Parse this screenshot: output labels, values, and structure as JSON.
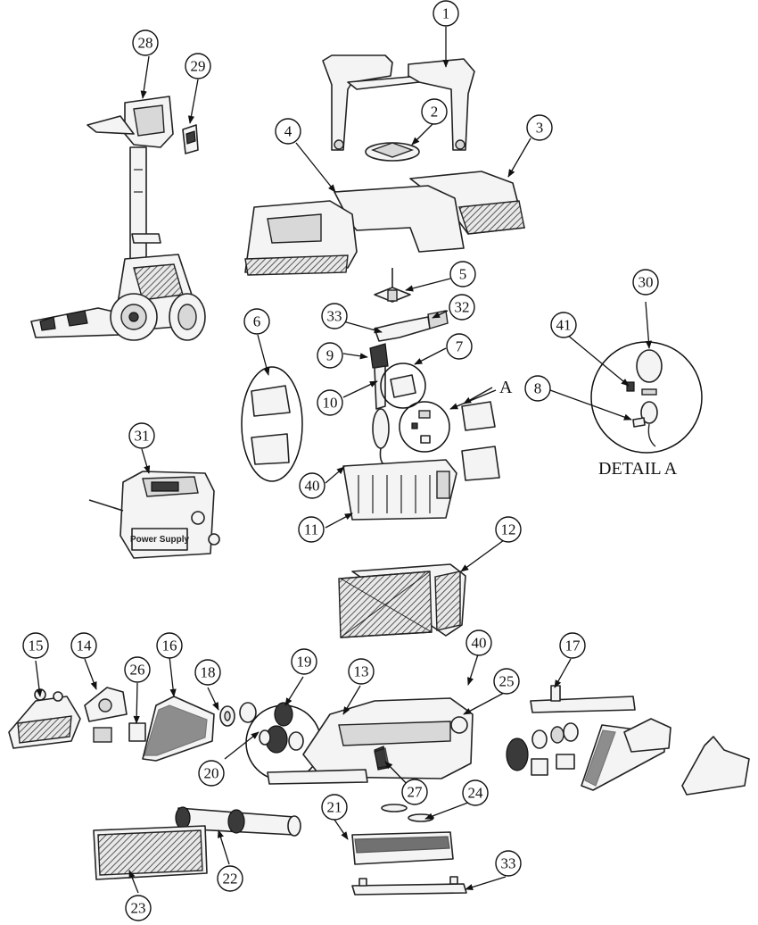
{
  "callouts": [
    {
      "id": "1",
      "label": "1"
    },
    {
      "id": "2",
      "label": "2"
    },
    {
      "id": "3",
      "label": "3"
    },
    {
      "id": "4",
      "label": "4"
    },
    {
      "id": "5",
      "label": "5"
    },
    {
      "id": "6",
      "label": "6"
    },
    {
      "id": "7",
      "label": "7"
    },
    {
      "id": "8",
      "label": "8"
    },
    {
      "id": "9",
      "label": "9"
    },
    {
      "id": "10",
      "label": "10"
    },
    {
      "id": "11",
      "label": "11"
    },
    {
      "id": "12",
      "label": "12"
    },
    {
      "id": "13",
      "label": "13"
    },
    {
      "id": "14",
      "label": "14"
    },
    {
      "id": "15",
      "label": "15"
    },
    {
      "id": "16",
      "label": "16"
    },
    {
      "id": "17",
      "label": "17"
    },
    {
      "id": "18",
      "label": "18"
    },
    {
      "id": "19",
      "label": "19"
    },
    {
      "id": "20",
      "label": "20"
    },
    {
      "id": "21",
      "label": "21"
    },
    {
      "id": "22",
      "label": "22"
    },
    {
      "id": "23",
      "label": "23"
    },
    {
      "id": "24",
      "label": "24"
    },
    {
      "id": "25",
      "label": "25"
    },
    {
      "id": "26",
      "label": "26"
    },
    {
      "id": "27",
      "label": "27"
    },
    {
      "id": "28",
      "label": "28"
    },
    {
      "id": "29",
      "label": "29"
    },
    {
      "id": "30",
      "label": "30"
    },
    {
      "id": "31",
      "label": "31"
    },
    {
      "id": "32",
      "label": "32"
    },
    {
      "id": "33a",
      "label": "33"
    },
    {
      "id": "33b",
      "label": "33"
    },
    {
      "id": "40a",
      "label": "40"
    },
    {
      "id": "40b",
      "label": "40"
    },
    {
      "id": "41",
      "label": "41"
    }
  ],
  "detail_marker": "A",
  "detail_caption": "DETAIL A",
  "power_supply_label": "Power Supply"
}
